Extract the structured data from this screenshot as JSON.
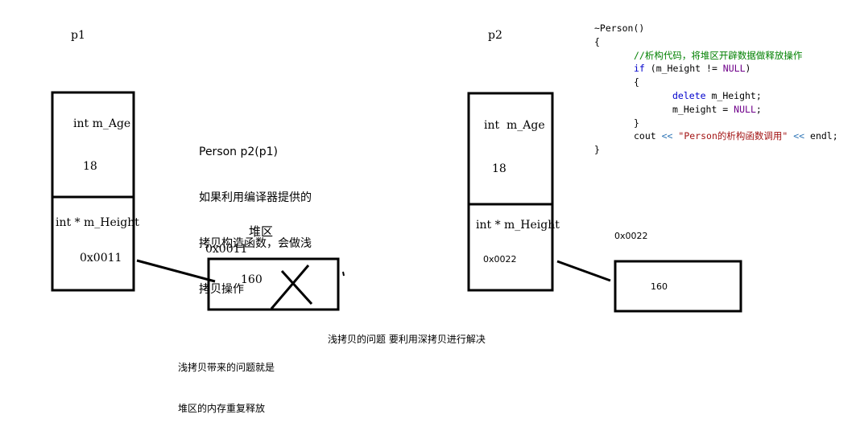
{
  "labels": {
    "p1": "p1",
    "p2": "p2",
    "heap": "堆区"
  },
  "p1": {
    "field_age": "int m_Age",
    "age_value": "18",
    "field_height": "int * m_Height",
    "ptr_value": "0x0011"
  },
  "p2": {
    "field_age": "int  m_Age",
    "age_value": "18",
    "field_height": "int * m_Height",
    "ptr_value": "0x0022"
  },
  "heap1": {
    "address": "0x0011",
    "value": "160"
  },
  "heap2": {
    "address": "0x0022",
    "value": "160"
  },
  "notes": {
    "copy_line1": "Person p2(p1)",
    "copy_line2": "如果利用编译器提供的",
    "copy_line3": "拷贝构造函数，会做浅",
    "copy_line4": "拷贝操作",
    "shallow_problem_line1": "浅拷贝带来的问题就是",
    "shallow_problem_line2": "堆区的内存重复释放",
    "solution": "浅拷贝的问题 要利用深拷贝进行解决"
  },
  "code": {
    "l1": "~Person()",
    "l2": "{",
    "l3_comment": "//析构代码，将堆区开辟数据做释放操作",
    "l4_if": "if",
    "l4_mid": " (m_Height != ",
    "l4_null": "NULL",
    "l4_end": ")",
    "l5": "{",
    "l6_delete": "delete",
    "l6_rest": " m_Height;",
    "l7_a": "m_Height = ",
    "l7_null": "NULL",
    "l7_end": ";",
    "l8": "}",
    "l9_cout": "cout ",
    "l9_op1": "<<",
    "l9_str": " \"Person的析构函数调用\" ",
    "l9_op2": "<<",
    "l9_end": " endl;",
    "l10": "}"
  }
}
